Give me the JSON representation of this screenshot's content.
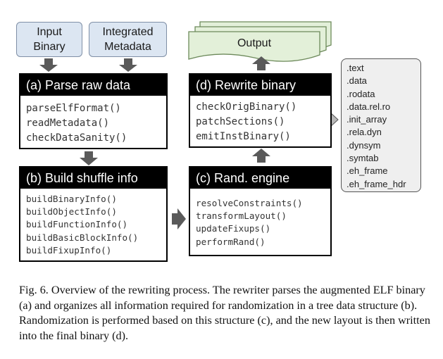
{
  "inputs": {
    "binary": "Input Binary",
    "metadata": "Integrated Metadata"
  },
  "output_label": "Output",
  "panels": {
    "parse": {
      "title": "(a) Parse raw data",
      "functions": [
        "parseElfFormat()",
        "readMetadata()",
        "checkDataSanity()"
      ]
    },
    "shuffle": {
      "title": "(b) Build shuffle info",
      "functions": [
        "buildBinaryInfo()",
        "buildObjectInfo()",
        "buildFunctionInfo()",
        "buildBasicBlockInfo()",
        "buildFixupInfo()"
      ]
    },
    "engine": {
      "title": "(c) Rand. engine",
      "functions": [
        "resolveConstraints()",
        "transformLayout()",
        "updateFixups()",
        "performRand()"
      ]
    },
    "rewrite": {
      "title": "(d) Rewrite binary",
      "functions": [
        "checkOrigBinary()",
        "patchSections()",
        "emitInstBinary()"
      ]
    }
  },
  "sections": [
    ".text",
    ".data",
    ".rodata",
    ".data.rel.ro",
    ".init_array",
    ".rela.dyn",
    ".dynsym",
    ".symtab",
    ".eh_frame",
    ".eh_frame_hdr"
  ],
  "caption": "Fig. 6.  Overview of the rewriting process. The rewriter parses the augmented ELF binary (a) and organizes all information required for randomization in a tree data structure (b). Randomization is performed based on this structure (c), and the new layout is then written into the final binary (d).",
  "colors": {
    "input_fill": "#dce6f2",
    "output_fill": "#e3f0d9",
    "arrow": "#5a5a5a",
    "panel_header": "#000000",
    "sections_fill": "#efefef"
  }
}
